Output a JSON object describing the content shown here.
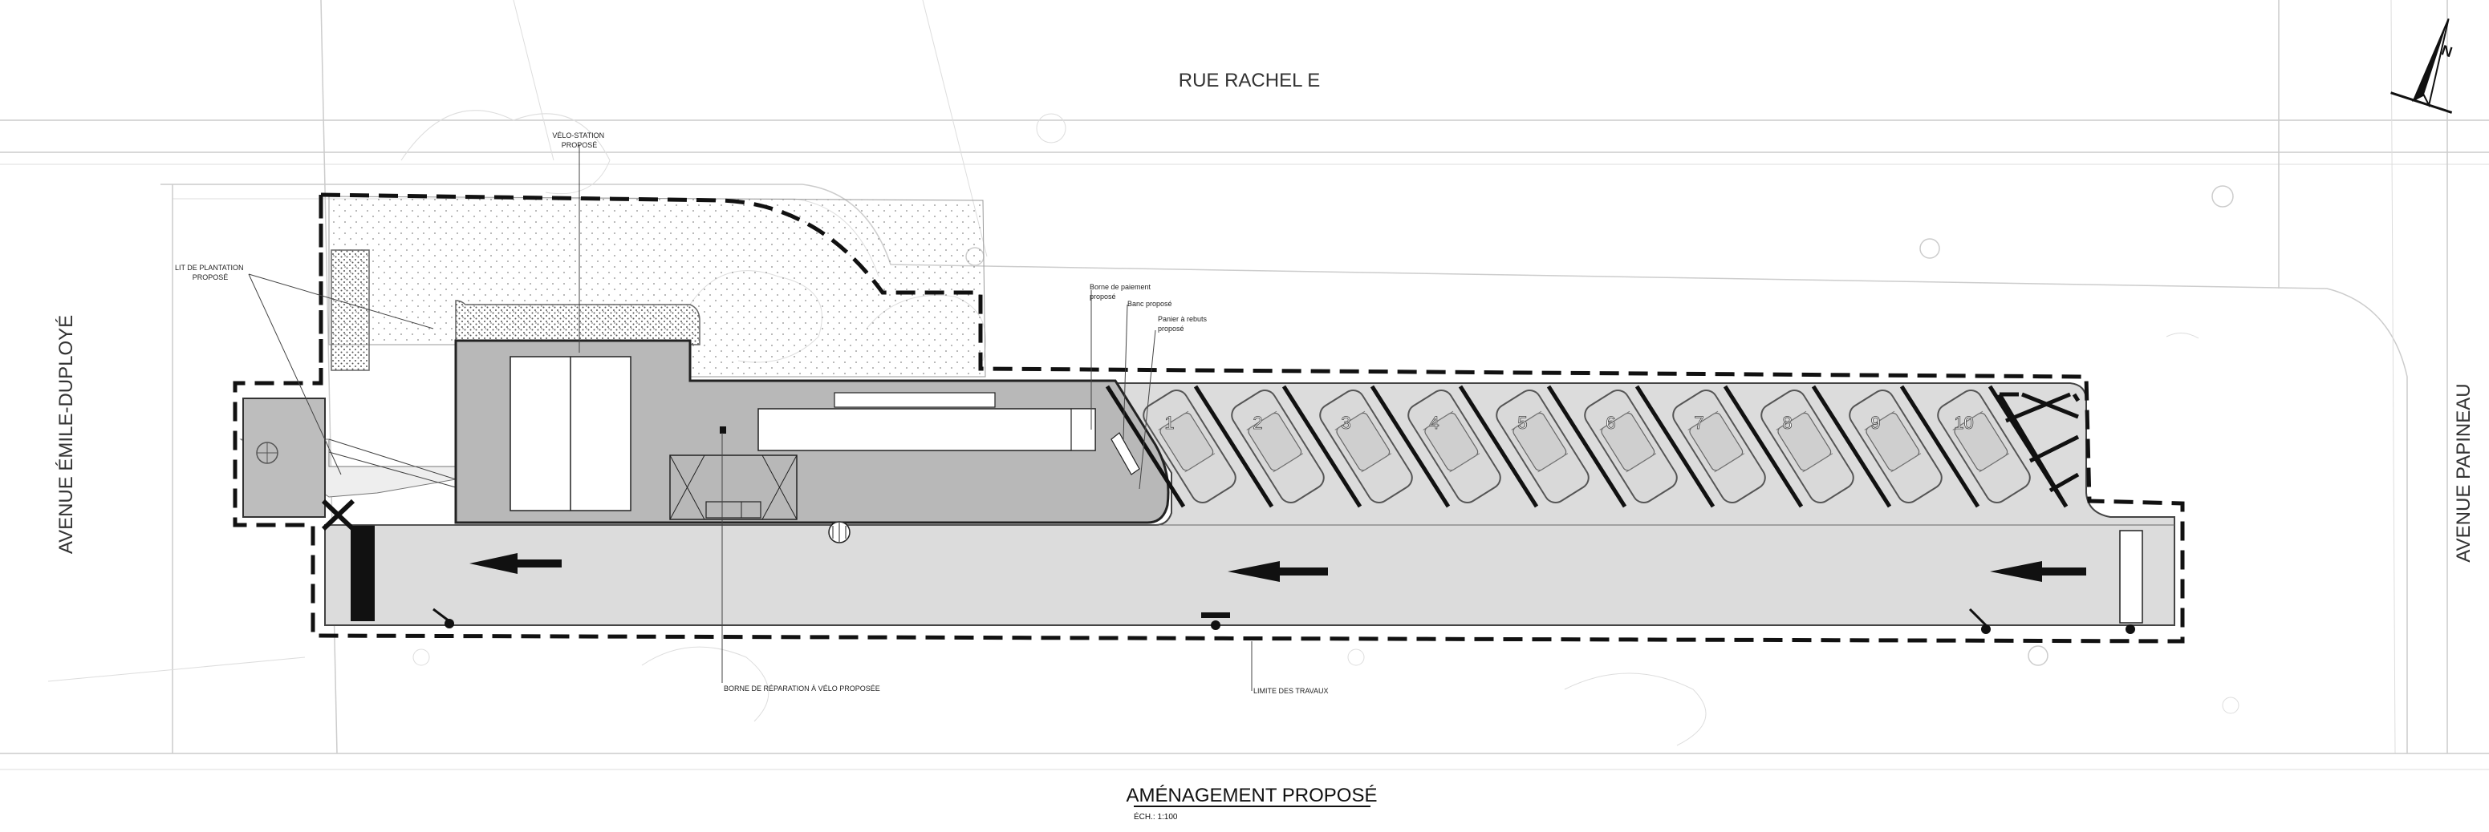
{
  "streets": {
    "north": "RUE RACHEL E",
    "west": "AVENUE ÉMILE-DUPLOYÉ",
    "east": "AVENUE PAPINEAU"
  },
  "labels": {
    "velo_station": [
      "VÉLO-STATION",
      "PROPOSÉ"
    ],
    "lit_plantation": [
      "LIT DE PLANTATION",
      "PROPOSÉ"
    ],
    "borne_paiement": [
      "Borne de paiement",
      "proposé"
    ],
    "banc": [
      "Banc proposé"
    ],
    "panier": [
      "Panier à rebuts",
      "proposé"
    ],
    "borne_reparation": "BORNE DE RÉPARATION À VÉLO PROPOSÉE",
    "limite_travaux": "LIMITE DES TRAVAUX"
  },
  "parking_stalls": [
    "1",
    "2",
    "3",
    "4",
    "5",
    "6",
    "7",
    "8",
    "9",
    "10"
  ],
  "north_arrow": "N",
  "title": {
    "text": "AMÉNAGEMENT PROPOSÉ",
    "scale": "ÉCH.: 1:100"
  },
  "colors": {
    "paving": "#dcdcdc",
    "building": "#b8b8b8",
    "limit_line": "#111111",
    "context": "#cccccc"
  }
}
